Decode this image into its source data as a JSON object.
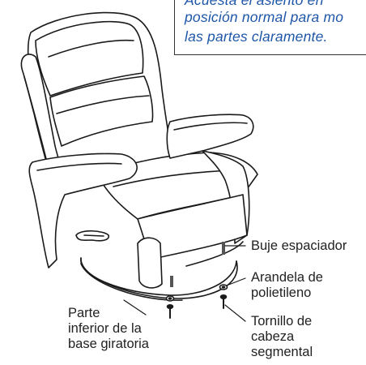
{
  "note": {
    "line1": "Acuesta el asiento en",
    "line2": "posición normal para mo",
    "line3": "las partes claramente."
  },
  "labels": {
    "buje": "Buje espaciador",
    "arandela_1": "Arandela de",
    "arandela_2": "polietileno",
    "tornillo_1": "Tornillo de",
    "tornillo_2": "cabeza",
    "tornillo_3": "segmental",
    "parte_1": "Parte",
    "parte_2": "inferior de la",
    "parte_3": "base giratoria"
  },
  "colors": {
    "note_text": "#1e56a8",
    "line_art": "#1a1a1a"
  }
}
